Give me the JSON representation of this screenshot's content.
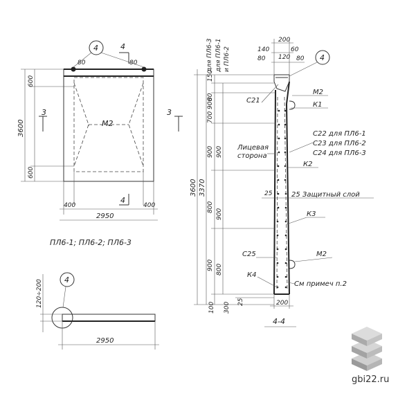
{
  "front_view": {
    "dim_width": "2950",
    "dim_height": "3600",
    "dim_top_offset": "600",
    "dim_bottom_offset": "600",
    "dim_left_offset": "400",
    "dim_right_offset": "400",
    "dim_loop_left": "80",
    "dim_loop_right": "80",
    "mesh_label": "М2",
    "callout": "4",
    "section_mark_a": "3",
    "section_mark_b": "4",
    "caption": "ПЛ6-1; ПЛ6-2; ПЛ6-3"
  },
  "plan_view": {
    "callout": "4",
    "dim_width": "2950",
    "dim_thickness": "120÷200"
  },
  "section_view": {
    "title": "4-4",
    "top_dims": [
      "200",
      "140",
      "80",
      "60",
      "120",
      "80"
    ],
    "variant_notes": [
      "для ПЛ6-3",
      "для ПЛ6-1",
      "и ПЛ6-2"
    ],
    "callout": "4",
    "left_dims_outer": [
      "150",
      "80",
      "900",
      "900",
      "800",
      "900"
    ],
    "left_dims_inner": [
      "700",
      "900",
      "900",
      "800"
    ],
    "total_dims": [
      "3600",
      "3370"
    ],
    "bottom_dims": [
      "100",
      "300",
      "25"
    ],
    "bottom_width": "200",
    "dim_cover_left": "25",
    "labels": {
      "c21": "С21",
      "m2_top": "М2",
      "k1": "К1",
      "c22": "С22 для ПЛ6-1",
      "c23": "С23 для ПЛ6-2",
      "c24": "С24 для ПЛ6-3",
      "face_1": "Лицевая",
      "face_2": "сторона",
      "k2": "К2",
      "cover": "25 Защитный слой",
      "k3": "К3",
      "c25": "С25",
      "m2_bottom": "М2",
      "k4": "К4",
      "note": "См примеч п.2"
    }
  },
  "logo": {
    "text": "gbi22.ru",
    "colors": [
      "#b9b9b9",
      "#a8a8a8",
      "#8c8c8c"
    ]
  }
}
